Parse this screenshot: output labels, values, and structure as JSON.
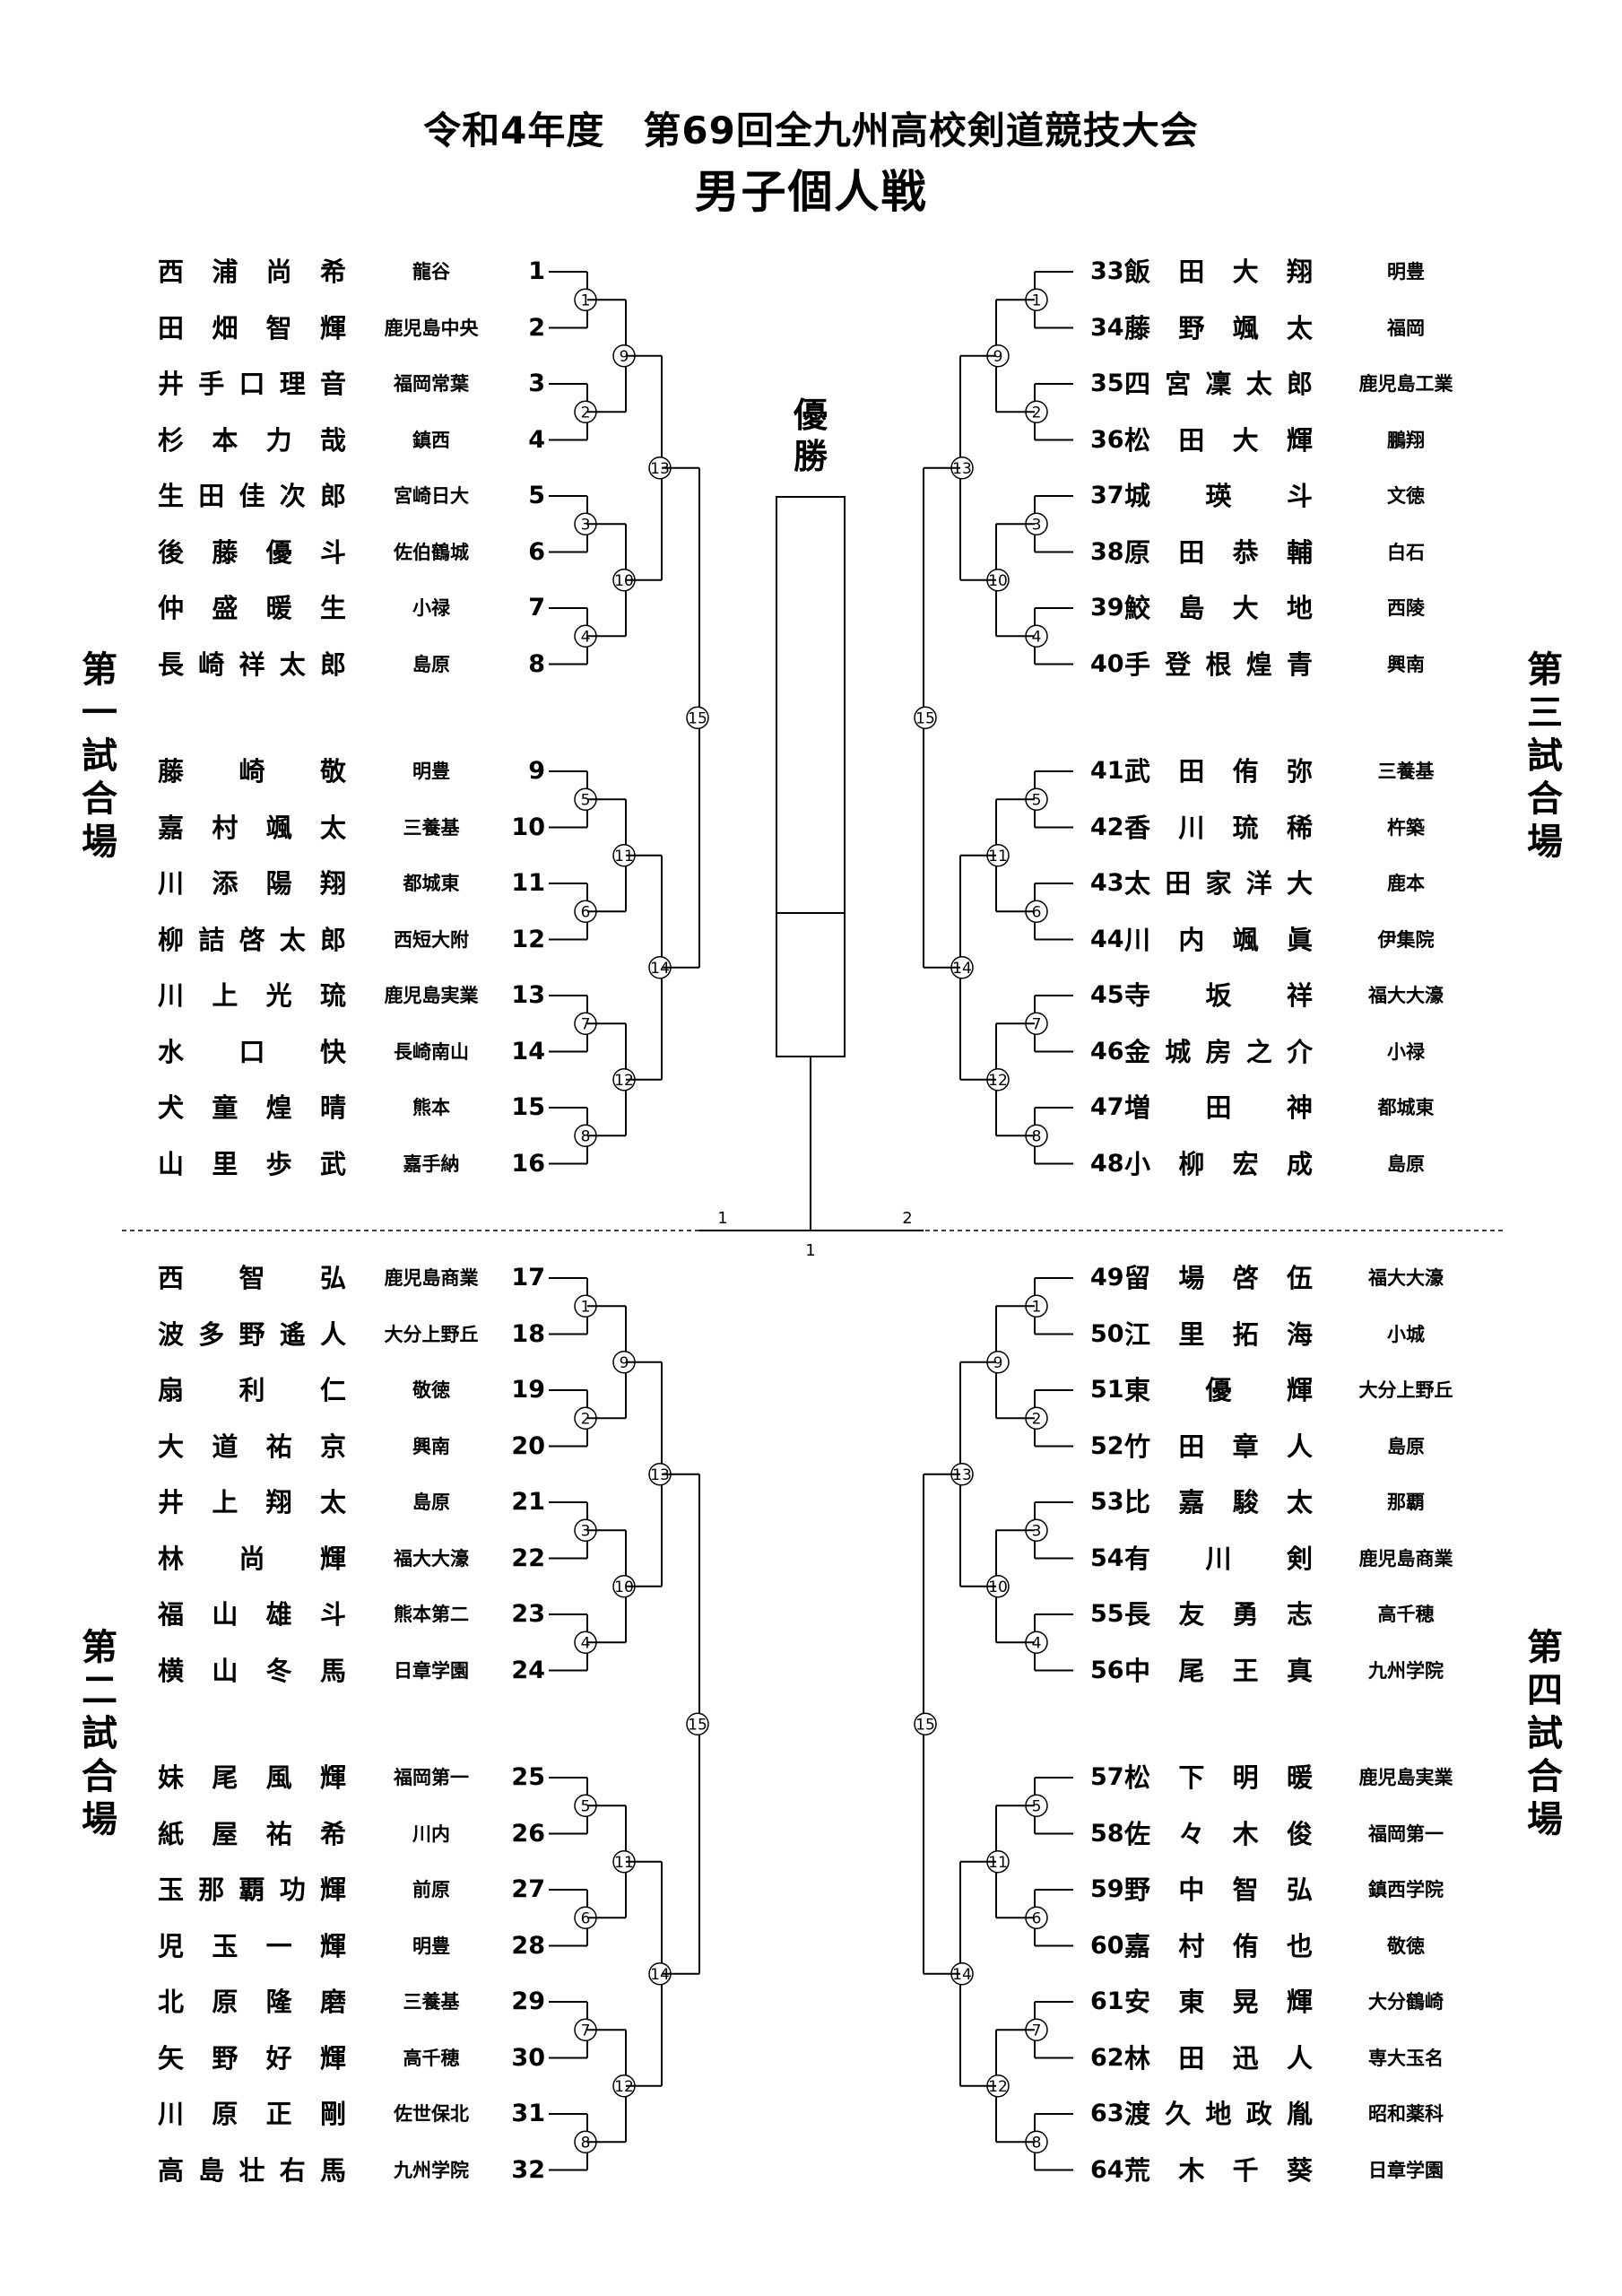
{
  "title_line1": "令和4年度　第69回全九州高校剣道競技大会",
  "title_line2": "男子個人戦",
  "winner_label": "優勝",
  "venues": [
    "第一試合場",
    "第二試合場",
    "第三試合場",
    "第四試合場"
  ],
  "center_numbers": [
    "1",
    "1",
    "2"
  ],
  "round_labels": [
    "①",
    "②",
    "③",
    "④",
    "⑤",
    "⑥",
    "⑦",
    "⑧",
    "⑨",
    "⑩",
    "⑪",
    "⑫",
    "⑬",
    "⑭",
    "⑮"
  ],
  "entries": [
    {
      "n": "1",
      "name": "西浦尚希",
      "school": "龍谷"
    },
    {
      "n": "2",
      "name": "田畑　智輝",
      "school": "鹿児島中央"
    },
    {
      "n": "3",
      "name": "井手口理音",
      "school": "福岡常葉"
    },
    {
      "n": "4",
      "name": "杉本力哉",
      "school": "鎮西"
    },
    {
      "n": "5",
      "name": "生田佳次郎",
      "school": "宮崎日大"
    },
    {
      "n": "6",
      "name": "後藤優斗",
      "school": "佐伯鶴城"
    },
    {
      "n": "7",
      "name": "仲盛暖生",
      "school": "小禄"
    },
    {
      "n": "8",
      "name": "長崎祥太郎",
      "school": "島原"
    },
    {
      "n": "9",
      "name": "藤　崎　敬",
      "school": "明豊"
    },
    {
      "n": "10",
      "name": "嘉村颯太",
      "school": "三養基"
    },
    {
      "n": "11",
      "name": "川添陽翔",
      "school": "都城東"
    },
    {
      "n": "12",
      "name": "柳詰啓太郎",
      "school": "西短大附"
    },
    {
      "n": "13",
      "name": "川上光琉",
      "school": "鹿児島実業"
    },
    {
      "n": "14",
      "name": "水　口　快",
      "school": "長崎南山"
    },
    {
      "n": "15",
      "name": "犬童煌晴",
      "school": "熊本"
    },
    {
      "n": "16",
      "name": "山里歩武",
      "school": "嘉手納"
    },
    {
      "n": "17",
      "name": "西　智　弘",
      "school": "鹿児島商業"
    },
    {
      "n": "18",
      "name": "波多野遙人",
      "school": "大分上野丘"
    },
    {
      "n": "19",
      "name": "扇　利　仁",
      "school": "敬徳"
    },
    {
      "n": "20",
      "name": "大道祐京",
      "school": "興南"
    },
    {
      "n": "21",
      "name": "井上翔太",
      "school": "島原"
    },
    {
      "n": "22",
      "name": "林　尚　輝",
      "school": "福大大濠"
    },
    {
      "n": "23",
      "name": "福山雄斗",
      "school": "熊本第二"
    },
    {
      "n": "24",
      "name": "横山冬馬",
      "school": "日章学園"
    },
    {
      "n": "25",
      "name": "妹尾風輝",
      "school": "福岡第一"
    },
    {
      "n": "26",
      "name": "紙屋祐希",
      "school": "川内"
    },
    {
      "n": "27",
      "name": "玉那覇功輝",
      "school": "前原"
    },
    {
      "n": "28",
      "name": "児玉一輝",
      "school": "明豊"
    },
    {
      "n": "29",
      "name": "北原隆磨",
      "school": "三養基"
    },
    {
      "n": "30",
      "name": "矢野好輝",
      "school": "高千穂"
    },
    {
      "n": "31",
      "name": "川原正剛",
      "school": "佐世保北"
    },
    {
      "n": "32",
      "name": "高島壮右馬",
      "school": "九州学院"
    },
    {
      "n": "33",
      "name": "飯田大翔",
      "school": "明豊"
    },
    {
      "n": "34",
      "name": "藤野颯太",
      "school": "福岡"
    },
    {
      "n": "35",
      "name": "四宮凜太郎",
      "school": "鹿児島工業"
    },
    {
      "n": "36",
      "name": "松田大輝",
      "school": "鵬翔"
    },
    {
      "n": "37",
      "name": "城　瑛　斗",
      "school": "文徳"
    },
    {
      "n": "38",
      "name": "原田恭輔",
      "school": "白石"
    },
    {
      "n": "39",
      "name": "鮫島大地",
      "school": "西陵"
    },
    {
      "n": "40",
      "name": "手登根煌青",
      "school": "興南"
    },
    {
      "n": "41",
      "name": "武田侑弥",
      "school": "三養基"
    },
    {
      "n": "42",
      "name": "香川琉稀",
      "school": "杵築"
    },
    {
      "n": "43",
      "name": "太田家洋大",
      "school": "鹿本"
    },
    {
      "n": "44",
      "name": "川内颯眞",
      "school": "伊集院"
    },
    {
      "n": "45",
      "name": "寺　坂　祥",
      "school": "福大大濠"
    },
    {
      "n": "46",
      "name": "金城房之介",
      "school": "小禄"
    },
    {
      "n": "47",
      "name": "増　田　神",
      "school": "都城東"
    },
    {
      "n": "48",
      "name": "小柳宏成",
      "school": "島原"
    },
    {
      "n": "49",
      "name": "留場啓伍",
      "school": "福大大濠"
    },
    {
      "n": "50",
      "name": "江里拓海",
      "school": "小城"
    },
    {
      "n": "51",
      "name": "東　優　輝",
      "school": "大分上野丘"
    },
    {
      "n": "52",
      "name": "竹田章人",
      "school": "島原"
    },
    {
      "n": "53",
      "name": "比嘉駿太",
      "school": "那覇"
    },
    {
      "n": "54",
      "name": "有　川　剣",
      "school": "鹿児島商業"
    },
    {
      "n": "55",
      "name": "長友勇志",
      "school": "高千穂"
    },
    {
      "n": "56",
      "name": "中尾王真",
      "school": "九州学院"
    },
    {
      "n": "57",
      "name": "松下明暖",
      "school": "鹿児島実業"
    },
    {
      "n": "58",
      "name": "佐々木俊",
      "school": "福岡第一"
    },
    {
      "n": "59",
      "name": "野中智弘",
      "school": "鎮西学院"
    },
    {
      "n": "60",
      "name": "嘉村侑也",
      "school": "敬徳"
    },
    {
      "n": "61",
      "name": "安東晃輝",
      "school": "大分鶴崎"
    },
    {
      "n": "62",
      "name": "林田迅人",
      "school": "専大玉名"
    },
    {
      "n": "63",
      "name": "渡久地政胤",
      "school": "昭和薬科"
    },
    {
      "n": "64",
      "name": "荒木千葵",
      "school": "日章学園"
    }
  ]
}
